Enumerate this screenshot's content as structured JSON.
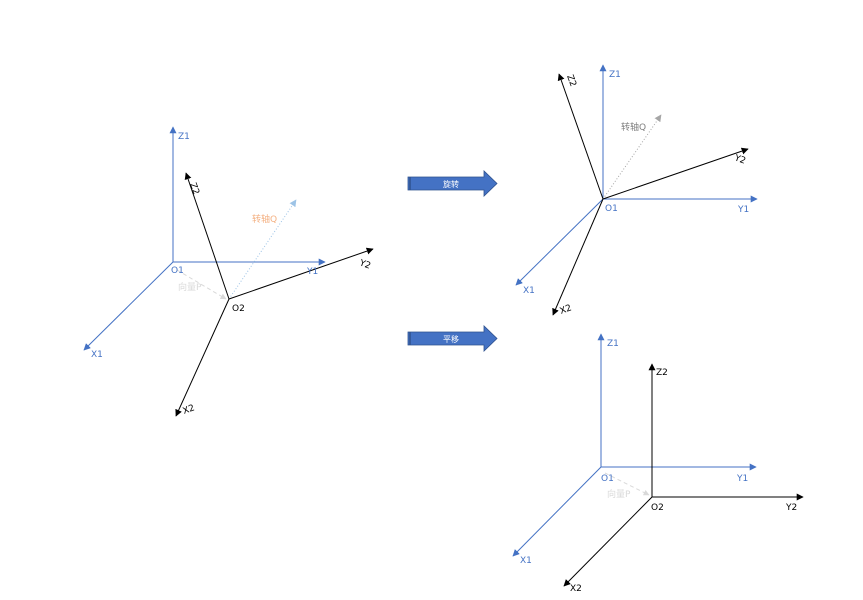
{
  "colors": {
    "frame1": "#4472c4",
    "frame2": "#000000",
    "rotation_axis_left": "#9dc3e6",
    "rotation_axis_right": "#a6a6a6",
    "vector_p": "#d9d9d9",
    "arrow_fill": "#4472c4",
    "arrow_stroke": "#2f528f"
  },
  "left": {
    "z1": "Z1",
    "y1": "Y1",
    "x1": "X1",
    "o1": "O1",
    "z2": "Z2",
    "y2": "Y2",
    "x2": "X2",
    "o2": "O2",
    "axis_q": "转轴Q",
    "vector_p": "向量P"
  },
  "rotate": {
    "arrow_label": "旋转",
    "z1": "Z1",
    "y1": "Y1",
    "x1": "X1",
    "o1": "O1",
    "z2": "Z2",
    "y2": "Y2",
    "x2": "X2",
    "axis_q": "转轴Q"
  },
  "translate": {
    "arrow_label": "平移",
    "z1": "Z1",
    "y1": "Y1",
    "x1": "X1",
    "o1": "O1",
    "z2": "Z2",
    "y2": "Y2",
    "x2": "X2",
    "o2": "O2",
    "vector_p": "向量P"
  }
}
